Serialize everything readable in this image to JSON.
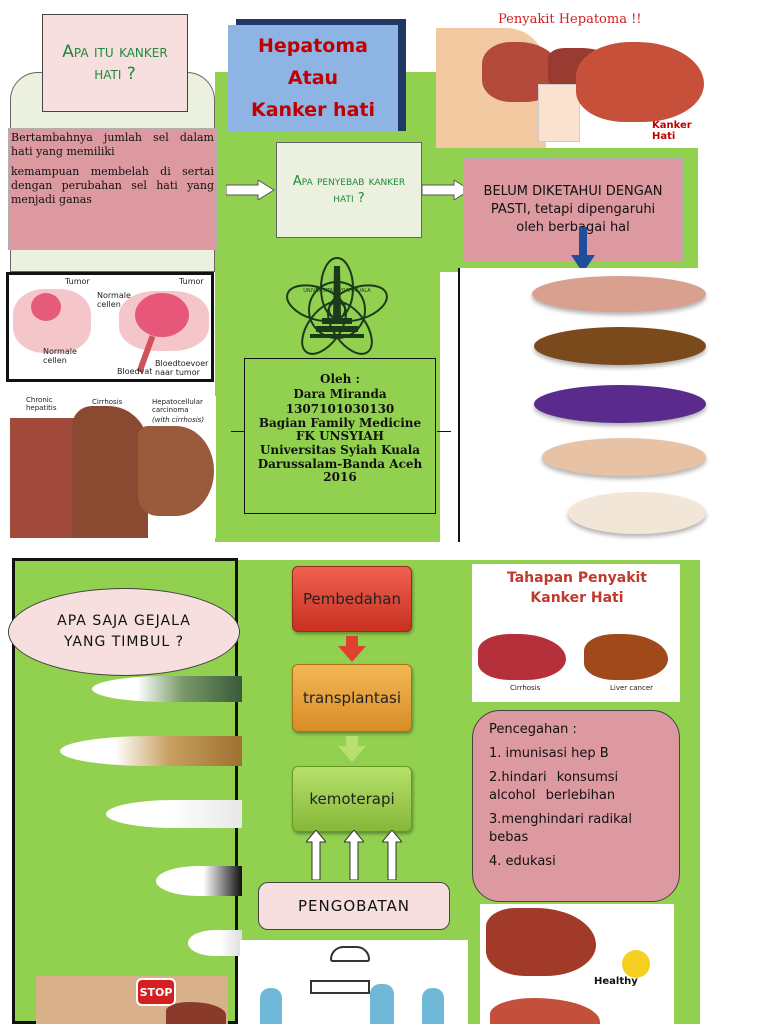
{
  "top": {
    "q1_title": "Apa itu kanker hati ?",
    "main_title": [
      "Hepatoma",
      "Atau",
      "Kanker hati"
    ],
    "hepatoma_image_title": "Penyakit Hepatoma !!",
    "hepatoma_image_label": "Kanker Hati",
    "definition_p1": "Bertambahnya jumlah sel dalam hati yang memiliki",
    "definition_p2": "kemampuan membelah di sertai dengan perubahan sel hati yang menjadi ganas",
    "q2_title": "Apa penyebab kanker hati ?",
    "cause_text": "BELUM DIKETAHUI DENGAN PASTI, tetapi dipengaruhi oleh berbagai hal",
    "tumor_labels": [
      "Tumor",
      "Normale cellen",
      "Normale cellen",
      "Tumor",
      "Bloedvat",
      "Bloedtoevoer naar tumor"
    ],
    "liver_stage_labels": [
      "Chronic hepatitis",
      "Cirrhosis",
      "Hepatocellular carcinoma",
      "(with cirrhosis)"
    ],
    "logo_text": "UNIVERSITAS SYIAH KUALA",
    "author": [
      "Oleh :",
      "Dara Miranda",
      "1307101030130",
      "Bagian Family Medicine",
      "FK UNSYIAH",
      "Universitas Syiah Kuala",
      "Darussalam-Banda Aceh",
      "2016"
    ]
  },
  "bottom": {
    "symptoms_title": "APA SAJA GEJALA YANG TIMBUL ?",
    "stop_sign": "STOP",
    "treatment_steps": [
      "Pembedahan",
      "transplantasi",
      "kemoterapi"
    ],
    "treatment_title": "PENGOBATAN",
    "stages_title": "Tahapan Penyakit Kanker Hati",
    "stage_labels": [
      "Cirrhosis",
      "Liver cancer"
    ],
    "prevention_title": "Pencegahan :",
    "prevention_items": [
      "1. imunisasi hep B",
      "2.hindari konsumsi alcohol berlebihan",
      "3.menghindari radikal bebas",
      "4. edukasi"
    ],
    "healthy_label": "Healthy"
  },
  "colors": {
    "green": "#92d050",
    "pink": "#dc9aa0",
    "title_blue": "#8eb4e3",
    "title_red": "#c00000",
    "flow_red": "#e0463c",
    "flow_orange": "#e7a53a",
    "flow_green": "#9ccf4d"
  }
}
